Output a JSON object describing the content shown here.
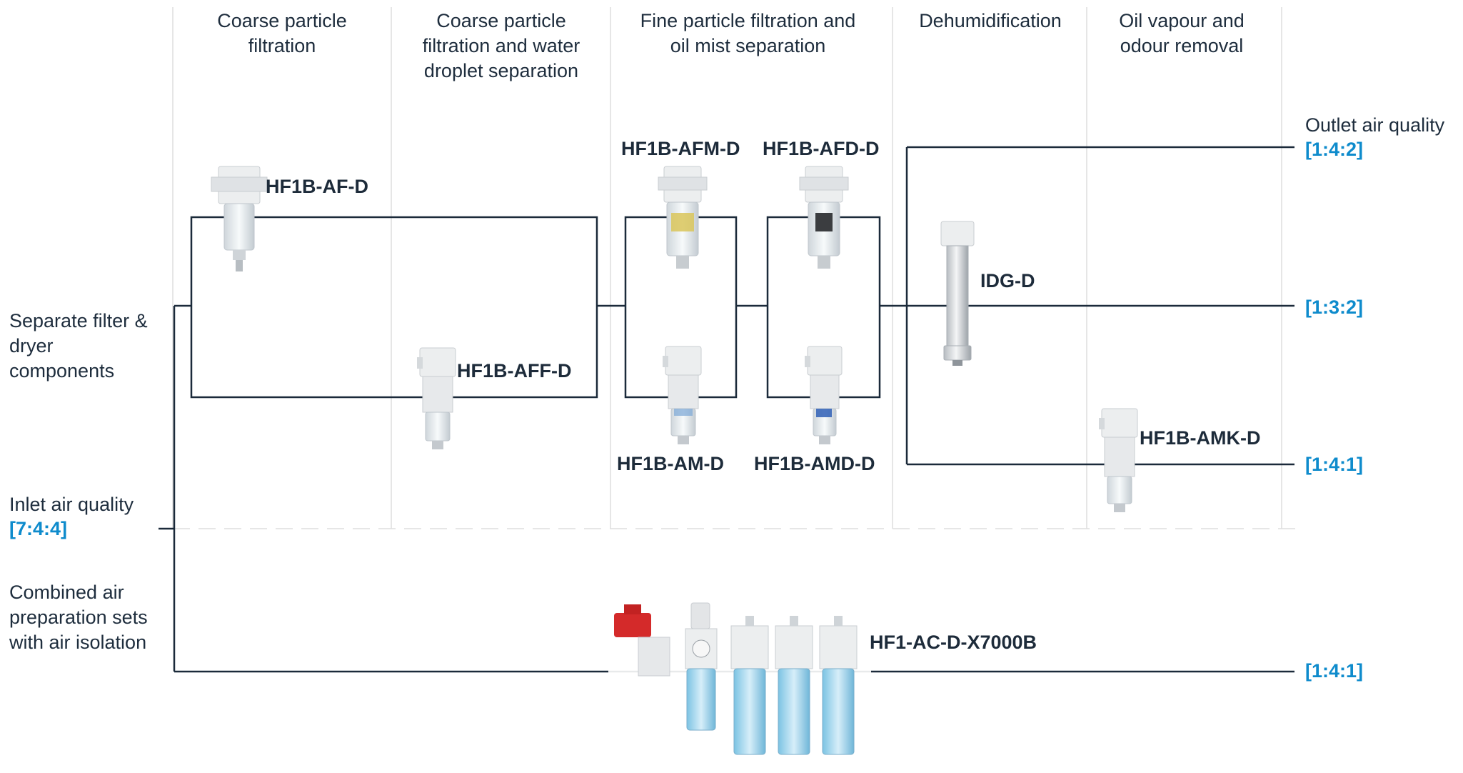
{
  "columns": [
    {
      "id": "coarse",
      "title": "Coarse particle filtration"
    },
    {
      "id": "coarse-water",
      "title": "Coarse particle filtration and water droplet separation"
    },
    {
      "id": "fine-oil",
      "title": "Fine particle filtration and oil mist separation"
    },
    {
      "id": "dehum",
      "title": "Dehumidification"
    },
    {
      "id": "oil-vapour",
      "title": "Oil vapour and odour removal"
    }
  ],
  "labels": {
    "separate": "Separate filter & dryer components",
    "inlet_title": "Inlet air quality",
    "inlet_code": "[7:4:4]",
    "combined": "Combined air preparation sets with air isolation",
    "outlet_title": "Outlet air quality"
  },
  "outlets": [
    "[1:4:2]",
    "[1:3:2]",
    "[1:4:1]",
    "[1:4:1]"
  ],
  "products": {
    "af": "HF1B-AF-D",
    "aff": "HF1B-AFF-D",
    "afm": "HF1B-AFM-D",
    "afd": "HF1B-AFD-D",
    "am": "HF1B-AM-D",
    "amd": "HF1B-AMD-D",
    "idg": "IDG-D",
    "amk": "HF1B-AMK-D",
    "combined": "HF1-AC-D-X7000B"
  },
  "colors": {
    "line": "#1b2a3a",
    "accent": "#0e8bcc",
    "divider": "#dddddd",
    "bowl": "#a9d9ef",
    "body": "#e8eaec",
    "red_valve": "#d42a2a"
  }
}
